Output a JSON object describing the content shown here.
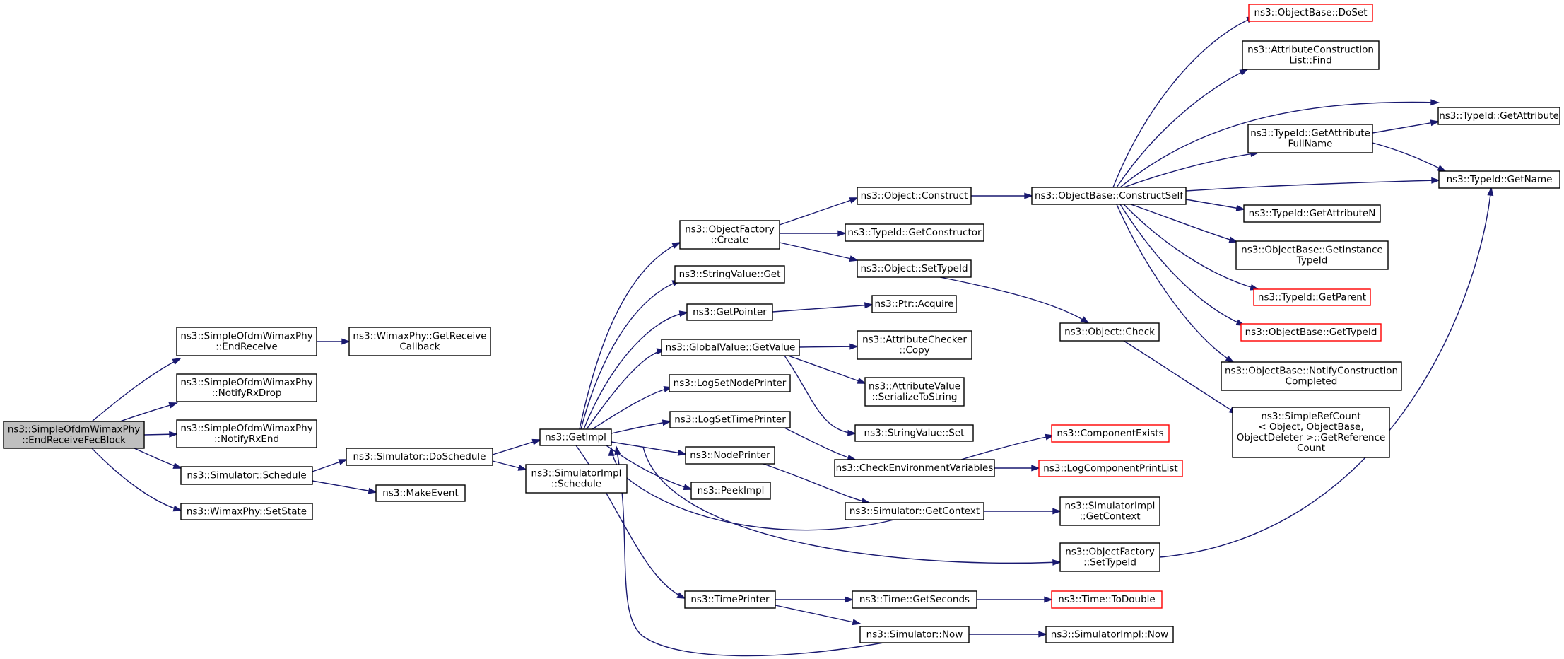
{
  "graph": {
    "colors": {
      "edge": "#191970",
      "border_default": "#000000",
      "border_truncated": "#ff0000",
      "fill_default": "#ffffff",
      "fill_root": "#bfbfbf"
    },
    "nodes": [
      {
        "id": "root",
        "lines": [
          "ns3::SimpleOfdmWimaxPhy",
          "::EndReceiveFecBlock"
        ]
      },
      {
        "id": "endreceive",
        "lines": [
          "ns3::SimpleOfdmWimaxPhy",
          "::EndReceive"
        ]
      },
      {
        "id": "notifyrxdrop",
        "lines": [
          "ns3::SimpleOfdmWimaxPhy",
          "::NotifyRxDrop"
        ]
      },
      {
        "id": "notifyrxend",
        "lines": [
          "ns3::SimpleOfdmWimaxPhy",
          "::NotifyRxEnd"
        ]
      },
      {
        "id": "schedule",
        "lines": [
          "ns3::Simulator::Schedule"
        ]
      },
      {
        "id": "setstate",
        "lines": [
          "ns3::WimaxPhy::SetState"
        ]
      },
      {
        "id": "getreceivecb",
        "lines": [
          "ns3::WimaxPhy::GetReceive",
          "Callback"
        ]
      },
      {
        "id": "doschedule",
        "lines": [
          "ns3::Simulator::DoSchedule"
        ]
      },
      {
        "id": "makeevent",
        "lines": [
          "ns3::MakeEvent"
        ]
      },
      {
        "id": "getimpl",
        "lines": [
          "ns3::GetImpl"
        ]
      },
      {
        "id": "simimplschedule",
        "lines": [
          "ns3::SimulatorImpl",
          "::Schedule"
        ]
      },
      {
        "id": "ofcreate",
        "lines": [
          "ns3::ObjectFactory",
          "::Create"
        ]
      },
      {
        "id": "strvalget",
        "lines": [
          "ns3::StringValue::Get"
        ]
      },
      {
        "id": "getpointer",
        "lines": [
          "ns3::GetPointer"
        ]
      },
      {
        "id": "gvgetvalue",
        "lines": [
          "ns3::GlobalValue::GetValue"
        ]
      },
      {
        "id": "logsetnode",
        "lines": [
          "ns3::LogSetNodePrinter"
        ]
      },
      {
        "id": "logsettime",
        "lines": [
          "ns3::LogSetTimePrinter"
        ]
      },
      {
        "id": "nodeprinter",
        "lines": [
          "ns3::NodePrinter"
        ]
      },
      {
        "id": "peekimpl",
        "lines": [
          "ns3::PeekImpl"
        ]
      },
      {
        "id": "timeprinter",
        "lines": [
          "ns3::TimePrinter"
        ]
      },
      {
        "id": "objconstruct",
        "lines": [
          "ns3::Object::Construct"
        ]
      },
      {
        "id": "getconstructor",
        "lines": [
          "ns3::TypeId::GetConstructor"
        ]
      },
      {
        "id": "objsettypeid",
        "lines": [
          "ns3::Object::SetTypeId"
        ]
      },
      {
        "id": "ptracquire",
        "lines": [
          "ns3::Ptr::Acquire"
        ]
      },
      {
        "id": "attrchecker",
        "lines": [
          "ns3::AttributeChecker",
          "::Copy"
        ]
      },
      {
        "id": "attrvalue",
        "lines": [
          "ns3::AttributeValue",
          "::SerializeToString"
        ]
      },
      {
        "id": "strvalset",
        "lines": [
          "ns3::StringValue::Set"
        ]
      },
      {
        "id": "checkenv",
        "lines": [
          "ns3::CheckEnvironmentVariables"
        ]
      },
      {
        "id": "simgetcontext",
        "lines": [
          "ns3::Simulator::GetContext"
        ]
      },
      {
        "id": "timegetseconds",
        "lines": [
          "ns3::Time::GetSeconds"
        ]
      },
      {
        "id": "simnow",
        "lines": [
          "ns3::Simulator::Now"
        ]
      },
      {
        "id": "constructself",
        "lines": [
          "ns3::ObjectBase::ConstructSelf"
        ]
      },
      {
        "id": "objcheck",
        "lines": [
          "ns3::Object::Check"
        ]
      },
      {
        "id": "compexists",
        "lines": [
          "ns3::ComponentExists"
        ]
      },
      {
        "id": "logcompprint",
        "lines": [
          "ns3::LogComponentPrintList"
        ]
      },
      {
        "id": "simimplgetctx",
        "lines": [
          "ns3::SimulatorImpl",
          "::GetContext"
        ]
      },
      {
        "id": "ofsettypeid",
        "lines": [
          "ns3::ObjectFactory",
          "::SetTypeId"
        ]
      },
      {
        "id": "timetodouble",
        "lines": [
          "ns3::Time::ToDouble"
        ]
      },
      {
        "id": "simimplnow",
        "lines": [
          "ns3::SimulatorImpl::Now"
        ]
      },
      {
        "id": "obdoset",
        "lines": [
          "ns3::ObjectBase::DoSet"
        ]
      },
      {
        "id": "acfind",
        "lines": [
          "ns3::AttributeConstruction",
          "List::Find"
        ]
      },
      {
        "id": "getattrfull",
        "lines": [
          "ns3::TypeId::GetAttribute",
          "FullName"
        ]
      },
      {
        "id": "getattrn",
        "lines": [
          "ns3::TypeId::GetAttributeN"
        ]
      },
      {
        "id": "getinsttypeid",
        "lines": [
          "ns3::ObjectBase::GetInstance",
          "TypeId"
        ]
      },
      {
        "id": "getparent",
        "lines": [
          "ns3::TypeId::GetParent"
        ]
      },
      {
        "id": "obgettypeid",
        "lines": [
          "ns3::ObjectBase::GetTypeId"
        ]
      },
      {
        "id": "notifyconstr",
        "lines": [
          "ns3::ObjectBase::NotifyConstruction",
          "Completed"
        ]
      },
      {
        "id": "simplerefcount",
        "lines": [
          "ns3::SimpleRefCount",
          "< Object, ObjectBase,",
          " ObjectDeleter >::GetReference",
          "Count"
        ]
      },
      {
        "id": "getattribute",
        "lines": [
          "ns3::TypeId::GetAttribute"
        ]
      },
      {
        "id": "getname",
        "lines": [
          "ns3::TypeId::GetName"
        ]
      }
    ]
  }
}
